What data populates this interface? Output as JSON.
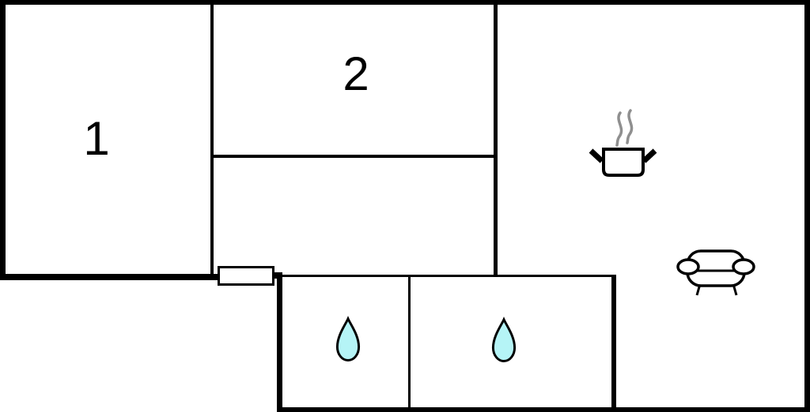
{
  "floorplan": {
    "type": "floor-plan",
    "rooms": [
      {
        "name": "room-1",
        "label": "1"
      },
      {
        "name": "room-2",
        "label": "2"
      },
      {
        "name": "room-middle",
        "label": ""
      },
      {
        "name": "bathroom-left",
        "feature": "water-drop"
      },
      {
        "name": "bathroom-right",
        "feature": "water-drop"
      },
      {
        "name": "living-kitchen-area",
        "features": [
          "cooking-pot",
          "steam",
          "sofa"
        ]
      }
    ],
    "symbols": [
      {
        "name": "door-symbol",
        "location": "between room-1 and bathrooms hallway"
      },
      {
        "name": "water-drop-icon",
        "count": 2
      },
      {
        "name": "cooking-pot-icon",
        "count": 1
      },
      {
        "name": "sofa-icon",
        "count": 1
      }
    ],
    "colors": {
      "wall": "#000000",
      "background": "#ffffff",
      "water_drop_fill": "#b5f4f6",
      "steam": "#8f8f8f",
      "door_fill": "#ffffff",
      "label_text": "#000000"
    }
  }
}
